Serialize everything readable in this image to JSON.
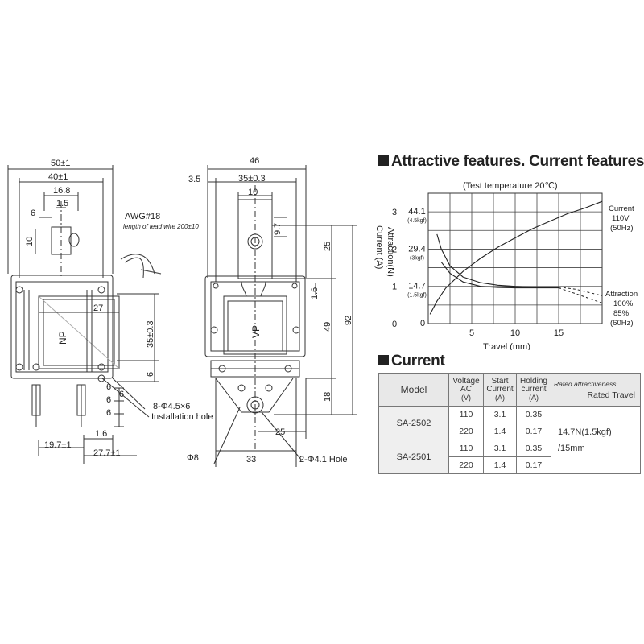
{
  "sections": {
    "chart_title": "Attractive features. Current features",
    "table_title": "Current"
  },
  "drawing_labels": {
    "left": {
      "d50": "50±1",
      "d40": "40±1",
      "d16_8": "16.8",
      "d1_5": "1.5",
      "d6": "6",
      "d10": "10",
      "awg": "AWG#18",
      "lead": "length of lead wire 200±10",
      "d27": "27",
      "d35": "35±0.3",
      "d6b": "6",
      "d6r1": "6",
      "d6r2": "6",
      "d6r3": "6",
      "d6r4": "6",
      "holes": "8-Φ4.5×6",
      "holes_caption": "Installation hole",
      "d1_6": "1.6",
      "d19_7": "19.7±1",
      "d27_7": "27.7±1",
      "coil_text": "NP"
    },
    "right": {
      "d46": "46",
      "d3_5": "3.5",
      "d35": "35±0.3",
      "d10": "10",
      "d9_7": "9.7",
      "d25a": "25",
      "d1_6": "1.6",
      "d49": "49",
      "d92": "92",
      "d18": "18",
      "d25b": "25",
      "phi8": "Φ8",
      "d33": "33",
      "hole": "2-Φ4.1 Hole",
      "coil_text": "VP"
    }
  },
  "chart_data": {
    "type": "line",
    "test_temp": "(Test temperature 20℃)",
    "xlabel": "Travel (mm)",
    "ylabel_left": "Current (A)",
    "ylabel_right": "Attraction(N)",
    "x_ticks": [
      "5",
      "10",
      "15"
    ],
    "x_zero": "0",
    "current_ticks": [
      "0",
      "1",
      "2",
      "3"
    ],
    "attraction_ticks": [
      {
        "value": "44.1",
        "kgf": "(4.5kgf)"
      },
      {
        "value": "29.4",
        "kgf": "(3kgf)"
      },
      {
        "value": "14.7",
        "kgf": "(1.5kgf)"
      }
    ],
    "xlim": [
      0,
      20
    ],
    "ylim": [
      0,
      3.5
    ],
    "current_label": [
      "Current",
      "110V",
      "(50Hz)"
    ],
    "attraction_label": [
      "Attraction",
      "100%",
      "85%",
      "(60Hz)"
    ],
    "series": [
      {
        "name": "Current",
        "x": [
          0.2,
          1,
          2,
          4,
          6,
          8,
          10,
          12,
          14,
          16,
          18,
          20
        ],
        "y": [
          0.25,
          0.6,
          0.95,
          1.4,
          1.75,
          2.05,
          2.3,
          2.55,
          2.75,
          2.95,
          3.1,
          3.28
        ]
      },
      {
        "name": "Attraction 100%",
        "x": [
          1,
          1.5,
          2.5,
          4,
          6,
          8,
          10,
          12,
          14,
          15,
          17,
          20
        ],
        "y": [
          2.4,
          2.0,
          1.55,
          1.25,
          1.1,
          1.03,
          1.0,
          0.98,
          0.98,
          0.98,
          0.92,
          0.75
        ]
      },
      {
        "name": "Attraction 85%",
        "x": [
          1.5,
          2.5,
          4,
          6,
          8,
          10,
          12,
          14,
          15,
          17,
          20
        ],
        "y": [
          1.65,
          1.35,
          1.12,
          1.0,
          0.97,
          0.96,
          0.96,
          0.96,
          0.96,
          0.8,
          0.55
        ]
      }
    ]
  },
  "table": {
    "headers": {
      "model": "Model",
      "voltage": "Voltage AC",
      "voltage_unit": "(V)",
      "start": "Start Current",
      "start_unit": "(A)",
      "holding": "Holding current",
      "holding_unit": "(A)",
      "rated_top": "Rated attractiveness",
      "rated_bot": "Rated Travel"
    },
    "rows": [
      {
        "model": "SA-2502",
        "v": "110",
        "start": "3.1",
        "hold": "0.35"
      },
      {
        "v": "220",
        "start": "1.4",
        "hold": "0.17"
      },
      {
        "model": "SA-2501",
        "v": "110",
        "start": "3.1",
        "hold": "0.35"
      },
      {
        "v": "220",
        "start": "1.4",
        "hold": "0.17"
      }
    ],
    "rated_value": "14.7N(1.5kgf)",
    "rated_value2": "/15mm"
  }
}
